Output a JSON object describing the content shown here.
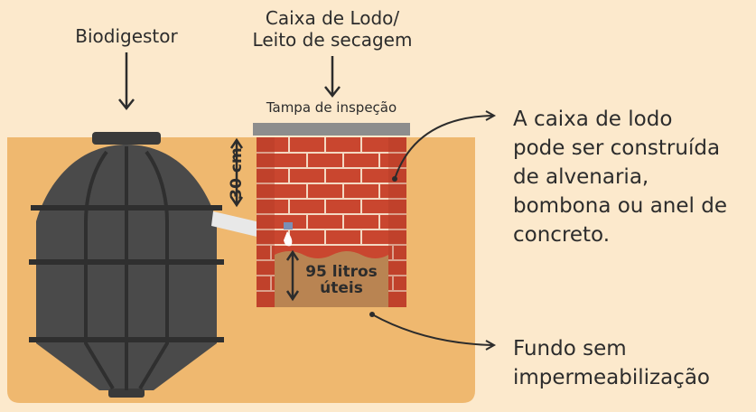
{
  "labels": {
    "biodigestor": "Biodigestor",
    "caixa_de_lodo": "Caixa de Lodo/\nLeito de secagem",
    "tampa": "Tampa de inspeção",
    "distance": "30 cm",
    "volume": "95 litros\núteis",
    "note_construction": "A caixa de lodo\npode ser construída\nde alvenaria,\nbombona ou anel de\nconcreto.",
    "note_bottom": "Fundo sem\nimpermeabilização"
  },
  "colors": {
    "background": "#fce9cc",
    "soil": "#efb86f",
    "tank": "#4a4a4a",
    "tank_band": "#2f2f2f",
    "brick": "#c9462f",
    "mortar": "#f3d8c2",
    "brick_shade": "#b03a26",
    "sludge": "#b98452",
    "lid": "#8d8d8d",
    "pipe": "#e8e8e8",
    "water": "#ffffff",
    "text": "#2c2c2c"
  }
}
